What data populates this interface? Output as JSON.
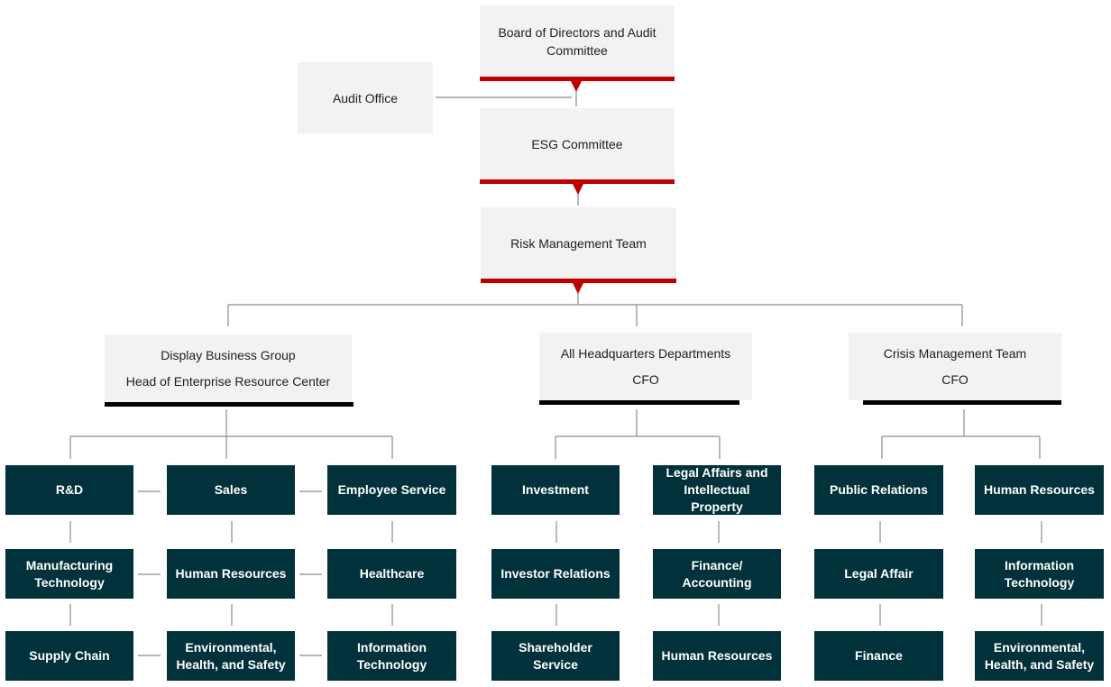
{
  "top": {
    "board": "Board of Directors and Audit Committee",
    "audit_office": "Audit Office",
    "esg": "ESG Committee",
    "risk": "Risk Management Team"
  },
  "groups": {
    "display": {
      "title": "Display Business Group",
      "subtitle": "Head of Enterprise Resource Center"
    },
    "hq": {
      "title": "All Headquarters Departments",
      "subtitle": "CFO"
    },
    "crisis": {
      "title": "Crisis Management Team",
      "subtitle": "CFO"
    }
  },
  "units": {
    "display": [
      "R&D",
      "Sales",
      "Employee Service",
      "Manufacturing Technology",
      "Human Resources",
      "Healthcare",
      "Supply Chain",
      "Environmental, Health, and Safety",
      "Information Technology"
    ],
    "hq": [
      "Investment",
      "Legal Affairs and Intellectual Property",
      "Investor Relations",
      "Finance/ Accounting",
      "Shareholder Service",
      "Human Resources"
    ],
    "crisis": [
      "Public Relations",
      "Human Resources",
      "Legal Affair",
      "Information Technology",
      "Finance",
      "Environmental, Health, and Safety"
    ]
  },
  "colors": {
    "accent": "#c00000",
    "dark_box": "#01313a",
    "light_box": "#f2f2f2",
    "line": "#8c8c8c"
  }
}
